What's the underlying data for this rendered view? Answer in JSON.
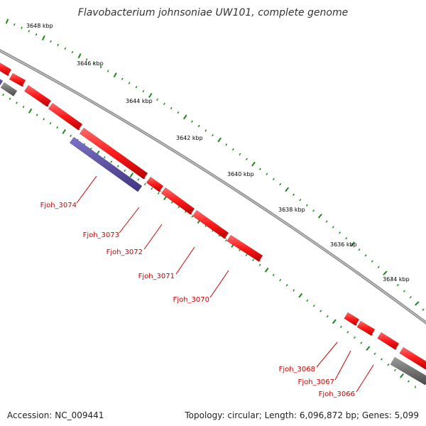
{
  "title": "Flavobacterium johnsoniae UW101, complete genome",
  "footer": {
    "accession": "Accession: NC_009441",
    "topology": "Topology: circular; Length: 6,096,872 bp; Genes: 5,099"
  },
  "colors": {
    "gene_forward": "#ff1a1a",
    "gene_reverse": "#5c4fa8",
    "gene_other": "#707070",
    "tick": "#1a8a1a",
    "label": "#cc0000",
    "backbone": "#8c8c8c"
  },
  "ticks": [
    {
      "label": "3648 kbp"
    },
    {
      "label": "3646 kbp"
    },
    {
      "label": "3644 kbp"
    },
    {
      "label": "3642 kbp"
    },
    {
      "label": "3640 kbp"
    },
    {
      "label": "3638 kbp"
    },
    {
      "label": "3636 kbp"
    },
    {
      "label": "3634 kbp"
    }
  ],
  "genes": [
    {
      "label": "Fjoh_3074",
      "icon": "gene-arrow-reverse"
    },
    {
      "label": "Fjoh_3073",
      "icon": "gene-arrow-forward"
    },
    {
      "label": "Fjoh_3072",
      "icon": "gene-arrow-forward"
    },
    {
      "label": "Fjoh_3071",
      "icon": "gene-arrow-forward"
    },
    {
      "label": "Fjoh_3070",
      "icon": "gene-arrow-forward"
    },
    {
      "label": "Fjoh_3068",
      "icon": "gene-arrow-forward"
    },
    {
      "label": "Fjoh_3067",
      "icon": "gene-arrow-forward"
    },
    {
      "label": "Fjoh_3066",
      "icon": "gene-arrow-forward"
    }
  ]
}
